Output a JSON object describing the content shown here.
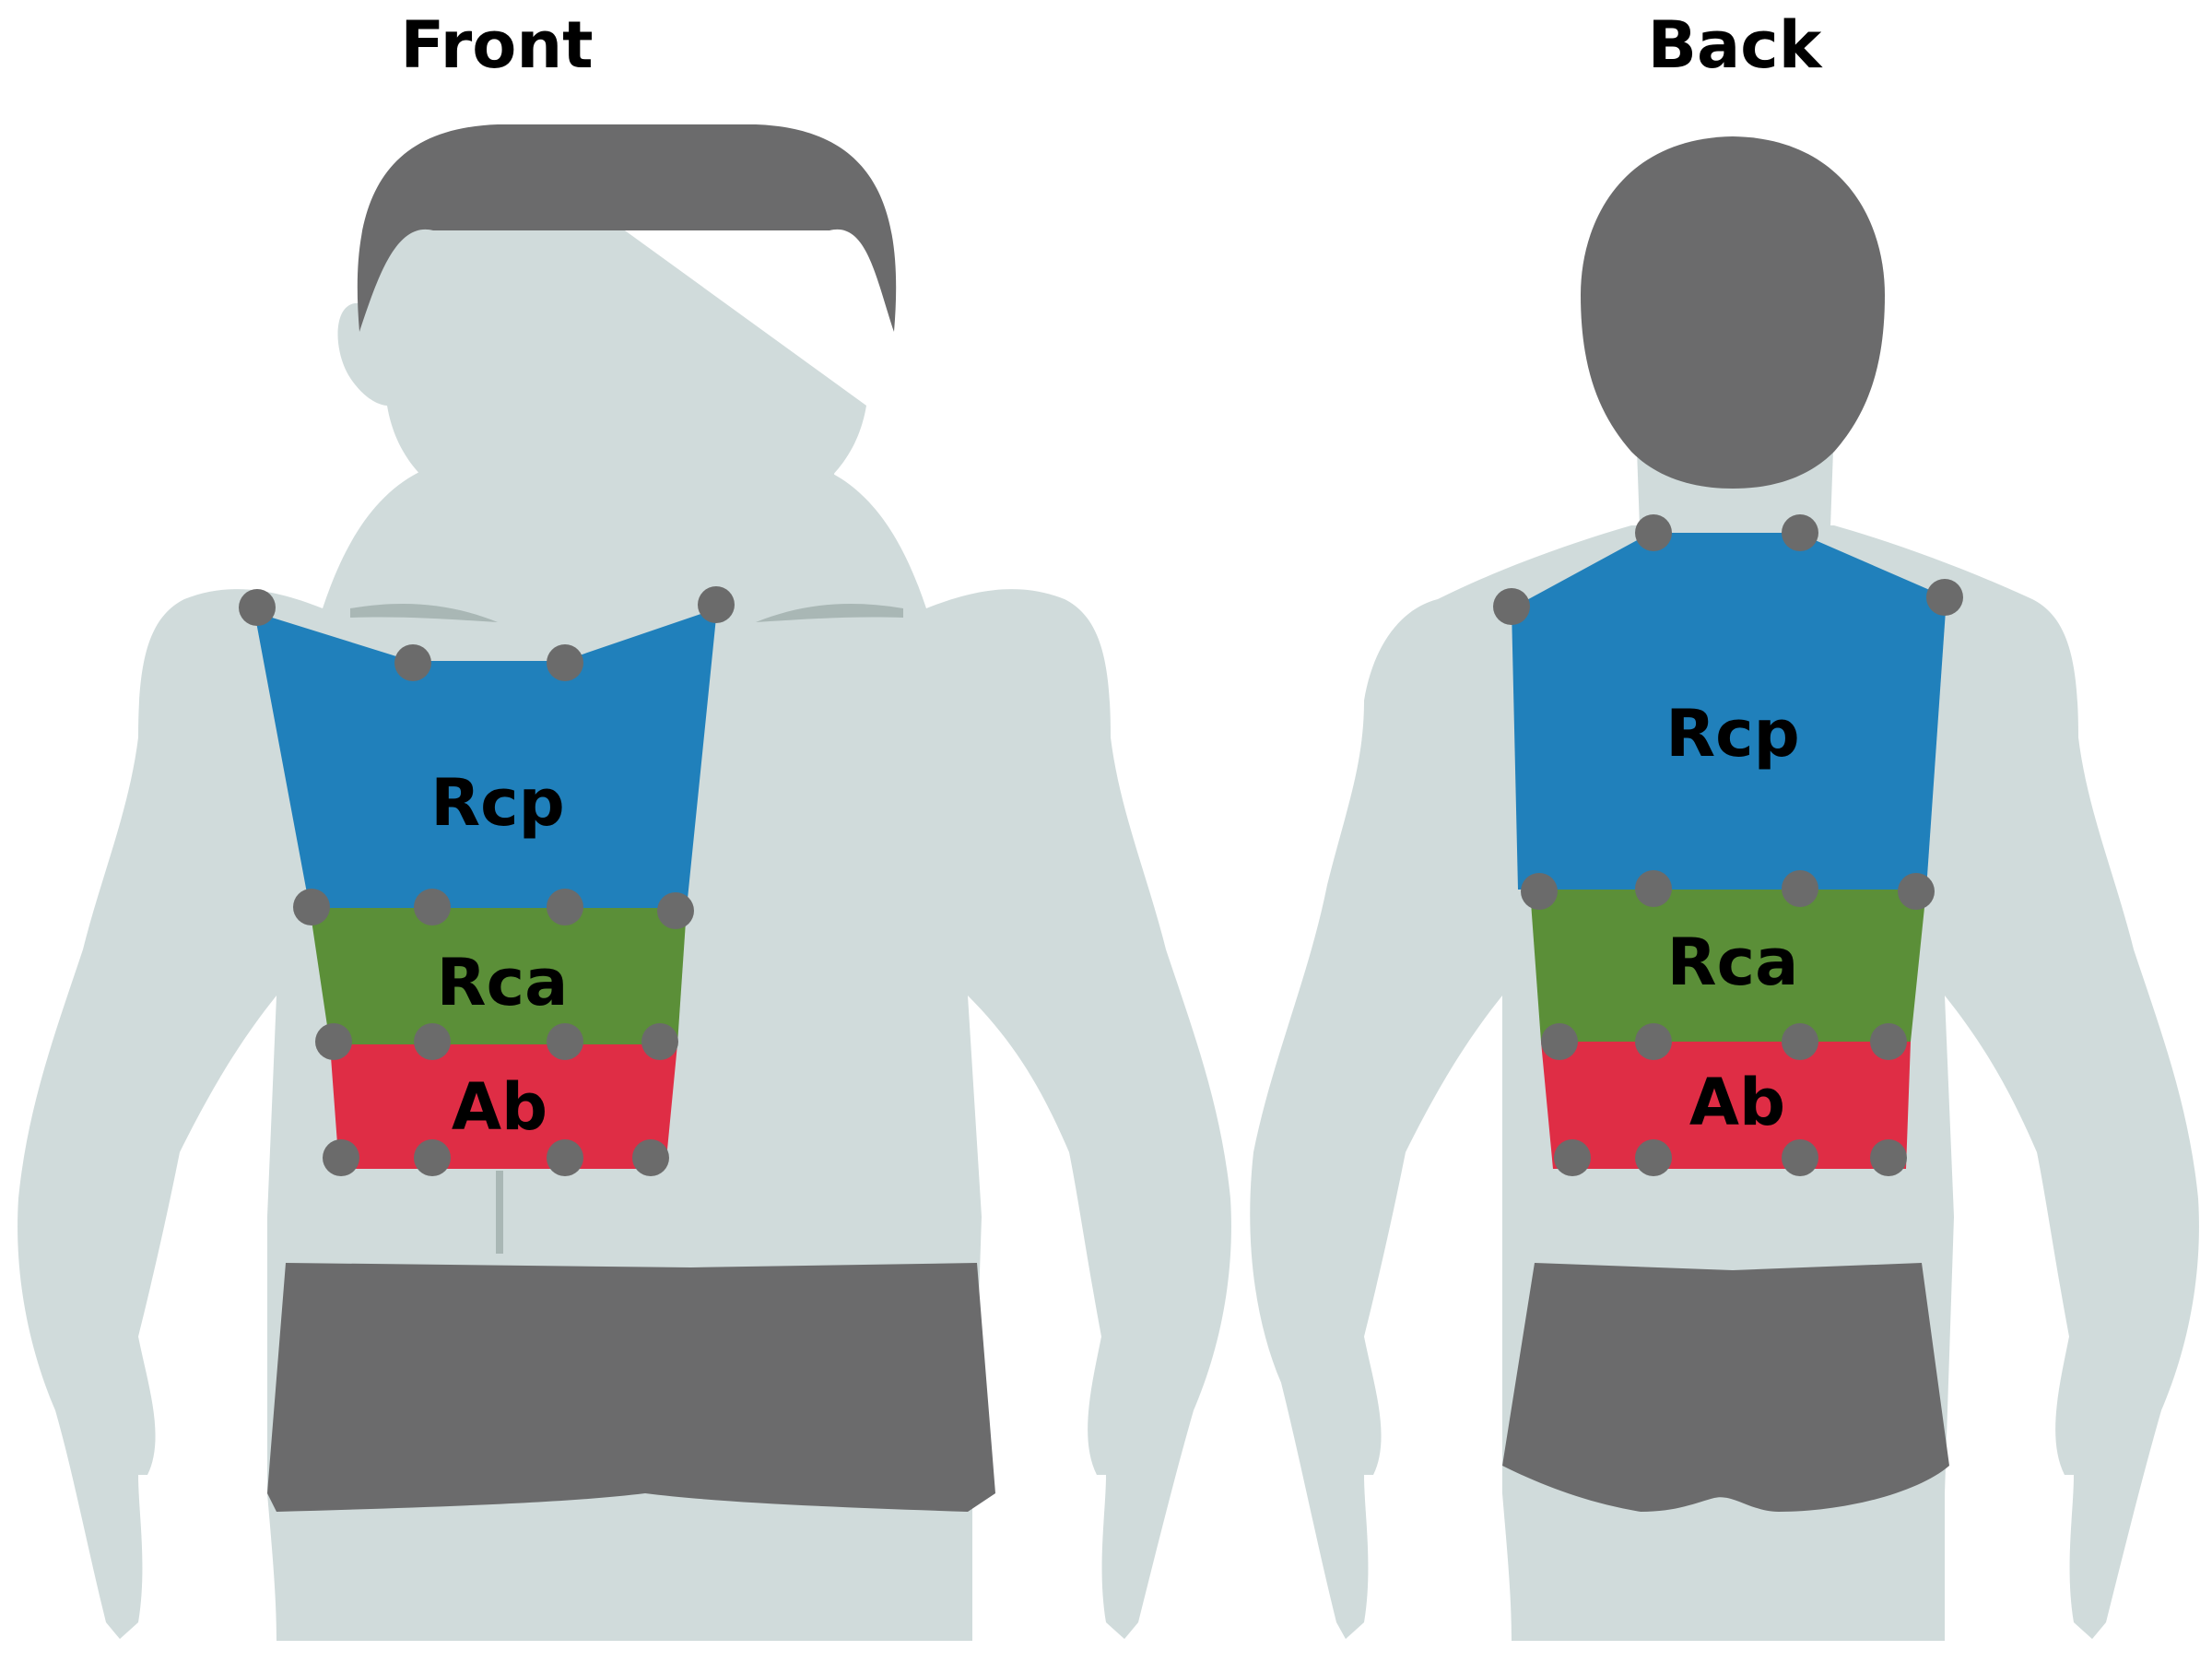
{
  "views": [
    {
      "id": "front",
      "title": "Front",
      "regions": [
        {
          "id": "rcp",
          "label": "Rcp",
          "color": "#2080bb"
        },
        {
          "id": "rca",
          "label": "Rca",
          "color": "#5b8f38"
        },
        {
          "id": "ab",
          "label": "Ab",
          "color": "#df2d45"
        }
      ]
    },
    {
      "id": "back",
      "title": "Back",
      "regions": [
        {
          "id": "rcp",
          "label": "Rcp",
          "color": "#2080bb"
        },
        {
          "id": "rca",
          "label": "Rca",
          "color": "#5b8f38"
        },
        {
          "id": "ab",
          "label": "Ab",
          "color": "#df2d45"
        }
      ]
    }
  ],
  "colors": {
    "body": "#d0dbdb",
    "body_shade": "#a9b7b5",
    "hair_and_shorts": "#6b6b6c",
    "marker": "#6b6b6b"
  }
}
